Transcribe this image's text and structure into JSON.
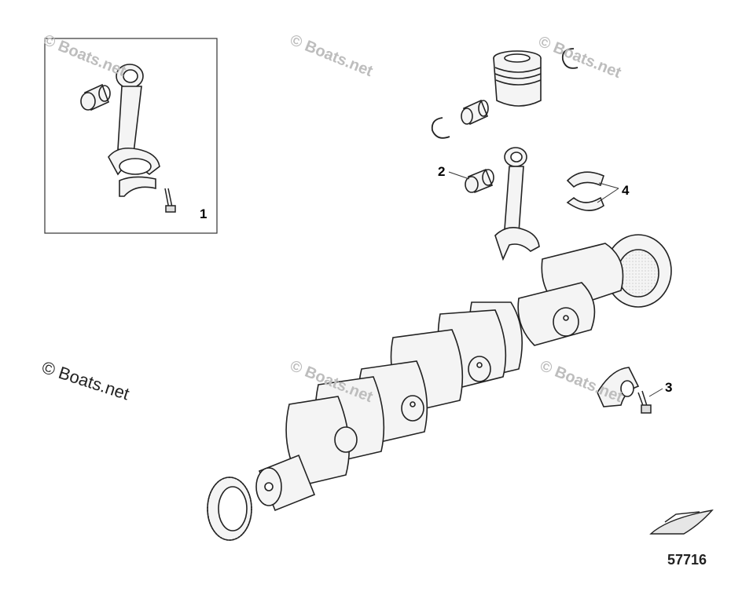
{
  "diagram": {
    "callouts": [
      "1",
      "2",
      "3",
      "4"
    ],
    "watermark": "© Boats.net",
    "copyright": "© Boats.net",
    "figure_number": "57716",
    "line_color": "#222222",
    "part_fill": "#f4f4f4",
    "watermark_color": "#bdbdbd"
  }
}
